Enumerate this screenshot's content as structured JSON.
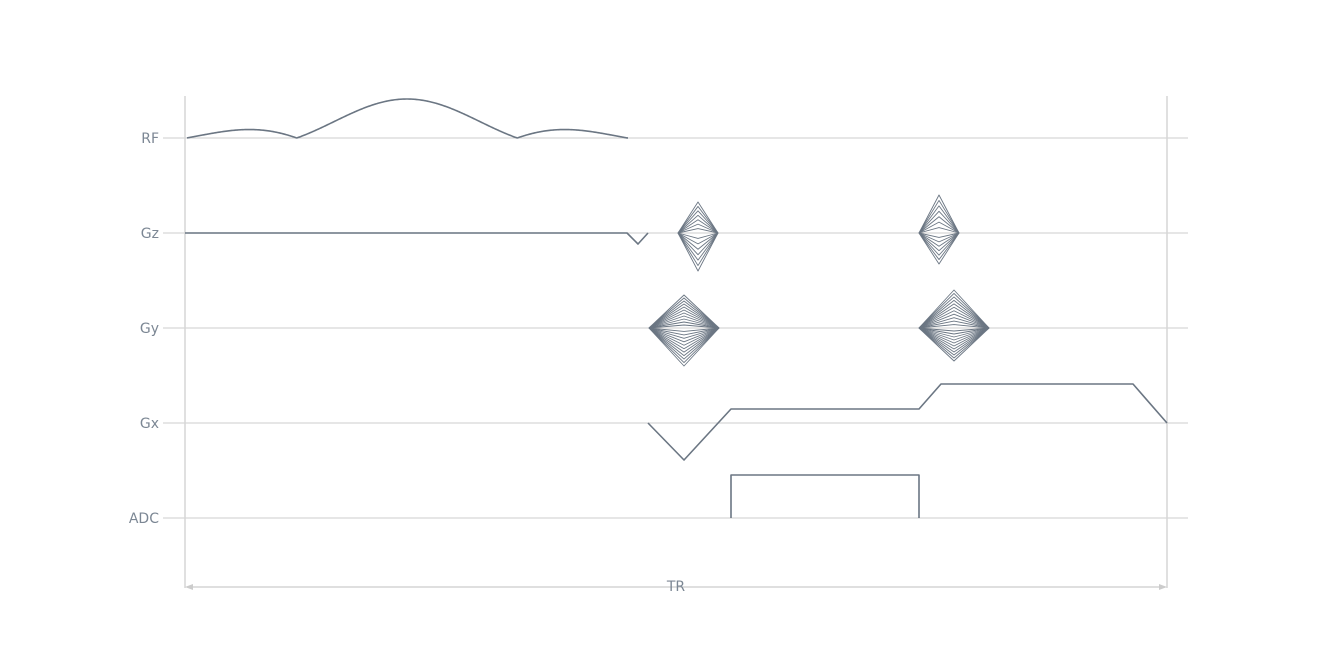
{
  "diagram": {
    "channels": [
      {
        "id": "rf",
        "label": "RF"
      },
      {
        "id": "gz",
        "label": "Gz"
      },
      {
        "id": "gy",
        "label": "Gy"
      },
      {
        "id": "gx",
        "label": "Gx"
      },
      {
        "id": "adc",
        "label": "ADC"
      }
    ],
    "tr_label": "TR",
    "colors": {
      "waveform": "#6b7683",
      "baseline": "#d6d6d6",
      "frame": "#cccccc",
      "label": "#7c8794"
    }
  }
}
